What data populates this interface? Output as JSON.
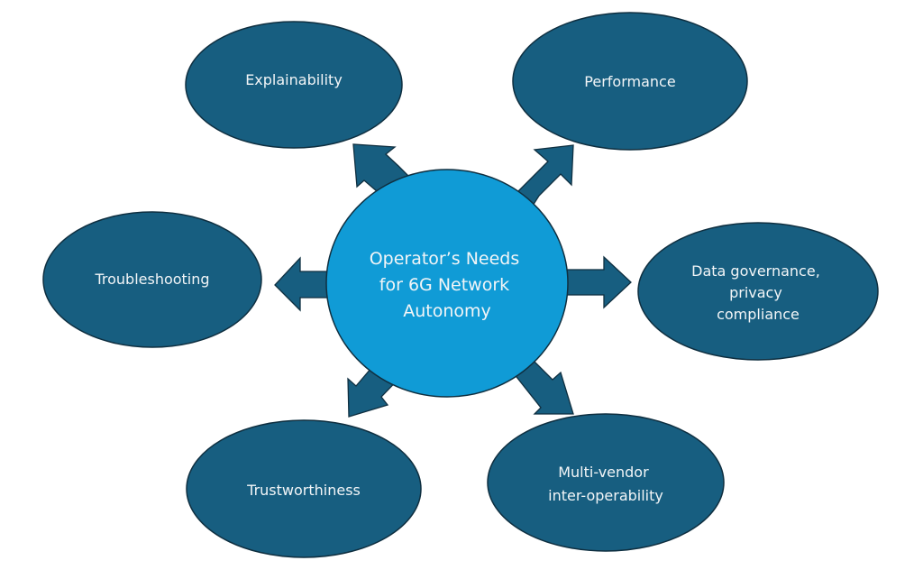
{
  "diagram": {
    "colors": {
      "hub_fill": "#109bd6",
      "node_fill": "#175e80",
      "arrow_fill": "#175e80",
      "outline": "#0f2f40",
      "text": "#f2f5f7"
    },
    "hub": {
      "lines": [
        "Operator’s Needs",
        "for 6G Network",
        "Autonomy"
      ]
    },
    "nodes": [
      {
        "id": "explainability",
        "lines": [
          "Explainability"
        ],
        "direction": "up-left"
      },
      {
        "id": "performance",
        "lines": [
          "Performance"
        ],
        "direction": "up-right"
      },
      {
        "id": "troubleshooting",
        "lines": [
          "Troubleshooting"
        ],
        "direction": "left"
      },
      {
        "id": "data-governance",
        "lines": [
          "Data governance,",
          "privacy",
          "compliance"
        ],
        "direction": "right"
      },
      {
        "id": "trustworthiness",
        "lines": [
          "Trustworthiness"
        ],
        "direction": "down-left"
      },
      {
        "id": "multi-vendor",
        "lines": [
          "Multi-vendor",
          "inter-operability"
        ],
        "direction": "down-right"
      }
    ]
  }
}
